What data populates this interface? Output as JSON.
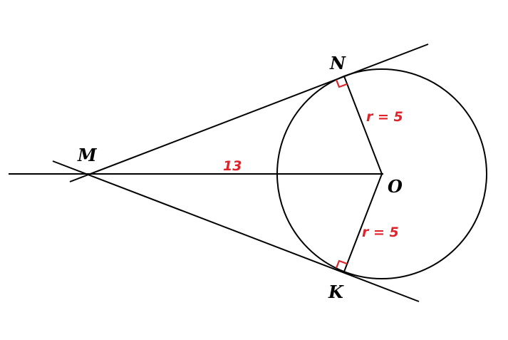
{
  "diagram": {
    "points": {
      "M": "M",
      "N": "N",
      "O": "O",
      "K": "K"
    },
    "measurements": {
      "MO": "13",
      "ON": "r = 5",
      "OK": "r = 5"
    },
    "colors": {
      "stroke": "#000000",
      "annotation": "#e0222a",
      "background": "#ffffff"
    }
  }
}
